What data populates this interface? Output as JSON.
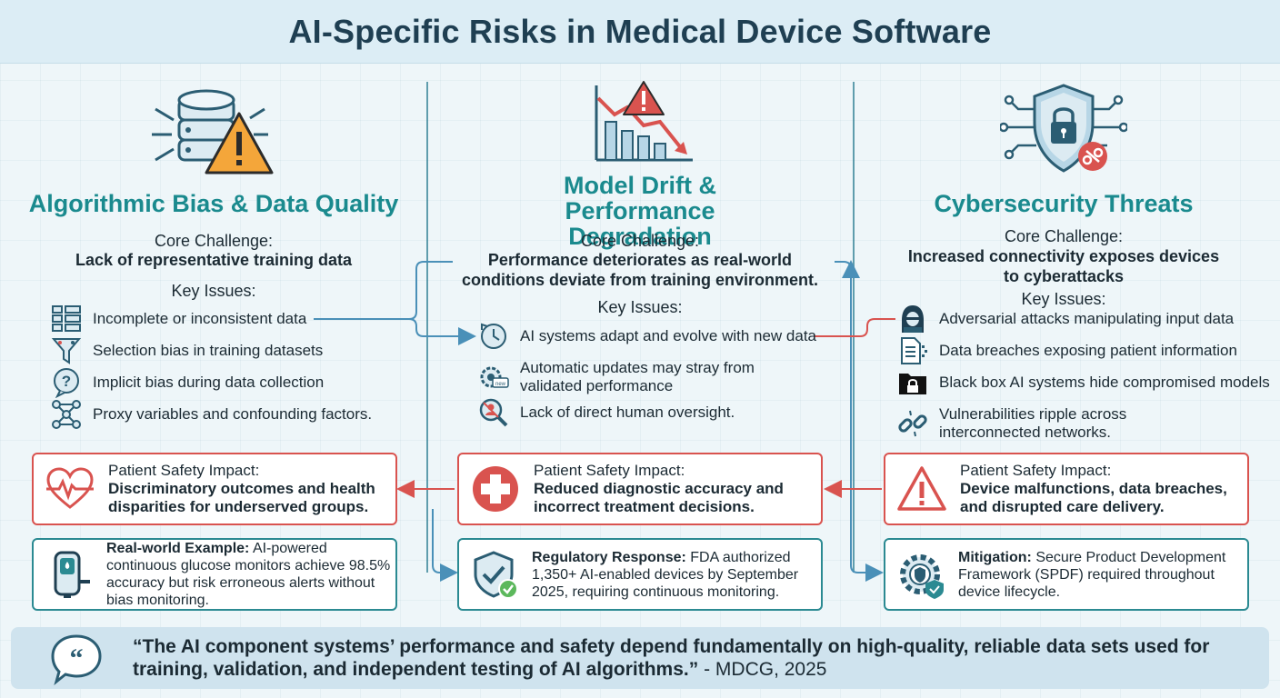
{
  "title": "AI-Specific Risks in Medical Device Software",
  "columns": [
    {
      "title": "Algorithmic Bias & Data Quality",
      "core_label": "Core Challenge:",
      "core_text": "Lack of representative training data",
      "key_label": "Key Issues:",
      "issues": [
        {
          "text": "Incomplete or inconsistent data",
          "icon": "data-grid-icon"
        },
        {
          "text": "Selection bias in training datasets",
          "icon": "funnel-icon"
        },
        {
          "text": "Implicit bias during data collection",
          "icon": "question-bubble-icon"
        },
        {
          "text": "Proxy variables and confounding factors.",
          "icon": "network-nodes-icon"
        }
      ],
      "impact_label": "Patient Safety Impact:",
      "impact_text": "Discriminatory outcomes and health disparities for underserved groups.",
      "note_label": "Real-world Example:",
      "note_text": " AI-powered continuous glucose monitors achieve 98.5% accuracy but risk erroneous alerts without bias monitoring."
    },
    {
      "title": "Model Drift & Performance Degradation",
      "core_label": "Core Challenge:",
      "core_text": "Performance deteriorates as real-world conditions deviate from training environment.",
      "key_label": "Key Issues:",
      "issues": [
        {
          "text": "AI systems adapt and evolve with new data",
          "icon": "clock-cycle-icon"
        },
        {
          "text": "Automatic updates may stray from validated performance",
          "icon": "update-gear-icon"
        },
        {
          "text": "Lack of direct human oversight.",
          "icon": "magnifier-person-icon"
        }
      ],
      "impact_label": "Patient Safety Impact:",
      "impact_text": "Reduced diagnostic accuracy and incorrect treatment decisions.",
      "note_label": "Regulatory Response:",
      "note_text": " FDA authorized 1,350+ AI-enabled devices by September 2025, requiring continuous monitoring."
    },
    {
      "title": "Cybersecurity Threats",
      "core_label": "Core Challenge:",
      "core_text": "Increased connectivity exposes devices to cyberattacks",
      "key_label": "Key Issues:",
      "issues": [
        {
          "text": "Adversarial attacks manipulating input data",
          "icon": "hacker-icon"
        },
        {
          "text": "Data breaches exposing patient information",
          "icon": "document-leak-icon"
        },
        {
          "text": "Black box AI systems hide compromised models",
          "icon": "locked-folder-icon"
        },
        {
          "text": "Vulnerabilities ripple across interconnected networks.",
          "icon": "broken-link-icon"
        }
      ],
      "impact_label": "Patient Safety Impact:",
      "impact_text": "Device malfunctions, data breaches, and disrupted care delivery.",
      "note_label": "Mitigation:",
      "note_text": " Secure Product Development Framework (SPDF) required throughout device lifecycle."
    }
  ],
  "quote": {
    "text": "“The AI component systems’ performance and safety depend fundamentally on high-quality, reliable data sets used for training, validation, and independent testing of AI algorithms.”",
    "attribution": " - MDCG, 2025"
  },
  "colors": {
    "teal": "#1a8a8e",
    "red": "#d9534f",
    "blue_line": "#4a90b8",
    "dark": "#1f3f52"
  }
}
